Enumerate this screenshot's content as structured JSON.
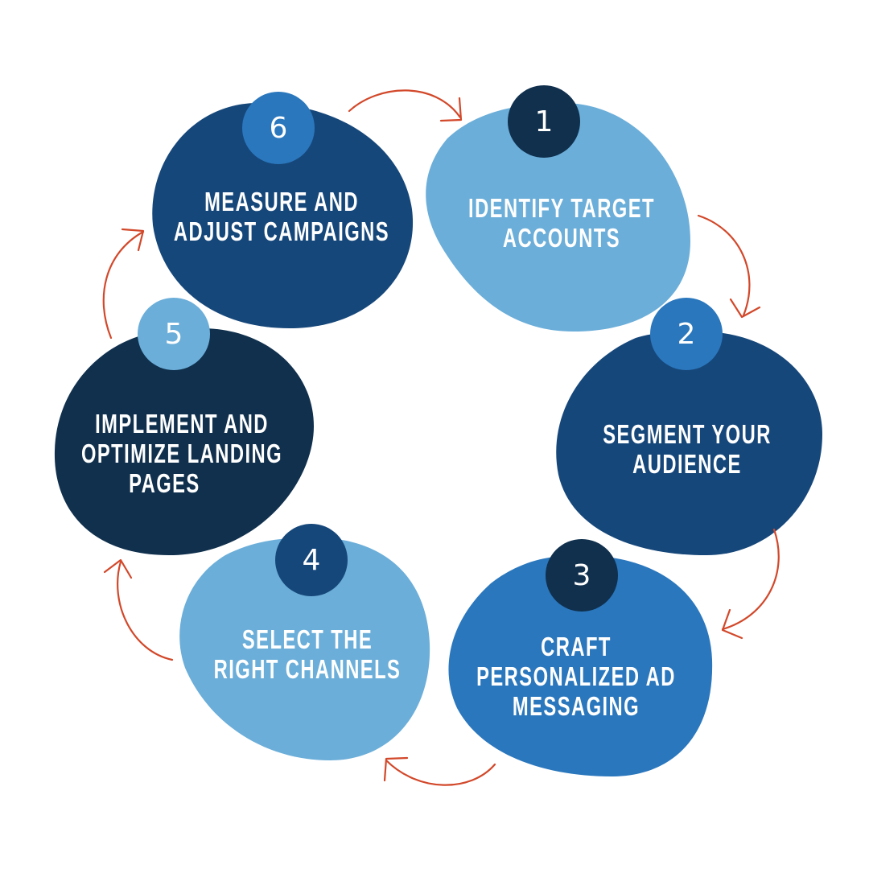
{
  "colors": {
    "light_blue": "#6baed9",
    "mid_blue": "#2a77bd",
    "navy": "#16477a",
    "dark_navy": "#10304d",
    "arrow_red": "#d2482a",
    "text": "#ffffff"
  },
  "steps": [
    {
      "number": "1",
      "lines": [
        "IDENTIFY TARGET",
        "ACCOUNTS"
      ],
      "blob_color": "light_blue",
      "badge_color": "dark_navy"
    },
    {
      "number": "2",
      "lines": [
        "SEGMENT YOUR",
        "AUDIENCE"
      ],
      "blob_color": "navy",
      "badge_color": "mid_blue"
    },
    {
      "number": "3",
      "lines": [
        "CRAFT",
        "PERSONALIZED AD",
        "MESSAGING"
      ],
      "blob_color": "mid_blue",
      "badge_color": "dark_navy"
    },
    {
      "number": "4",
      "lines": [
        "SELECT THE",
        "RIGHT CHANNELS"
      ],
      "blob_color": "light_blue",
      "badge_color": "navy"
    },
    {
      "number": "5",
      "lines": [
        "IMPLEMENT AND",
        "OPTIMIZE LANDING",
        "PAGES"
      ],
      "blob_color": "dark_navy",
      "badge_color": "light_blue"
    },
    {
      "number": "6",
      "lines": [
        "MEASURE AND",
        "ADJUST CAMPAIGNS"
      ],
      "blob_color": "navy",
      "badge_color": "mid_blue"
    }
  ],
  "flow": {
    "direction": "clockwise",
    "arrows": [
      "6-to-1",
      "1-to-2",
      "2-to-3",
      "3-to-4",
      "4-to-5",
      "5-to-6"
    ]
  }
}
